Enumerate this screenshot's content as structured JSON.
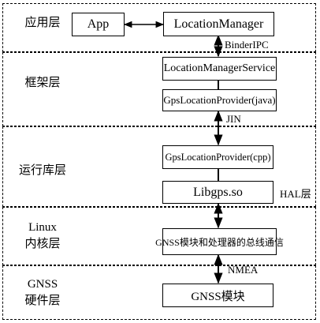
{
  "layers": [
    {
      "label": "应用层"
    },
    {
      "label": "框架层"
    },
    {
      "label": "运行库层"
    },
    {
      "label": "Linux\n内核层"
    },
    {
      "label": "GNSS\n硬件层"
    }
  ],
  "boxes": {
    "app": "App",
    "location_manager": "LocationManager",
    "location_manager_service": "LocationManagerService",
    "gps_provider_java": "GpsLocationProvider(java)",
    "gps_provider_cpp": "GpsLocationProvider(cpp)",
    "libgps": "Libgps.so",
    "gnss_bus": "GNSS模块和处理器的总线通信",
    "gnss_module": "GNSS模块"
  },
  "notes": {
    "binder_ipc": "BinderIPC",
    "jin": "JIN",
    "hal": "HAL层",
    "nmea": "NMEA"
  }
}
